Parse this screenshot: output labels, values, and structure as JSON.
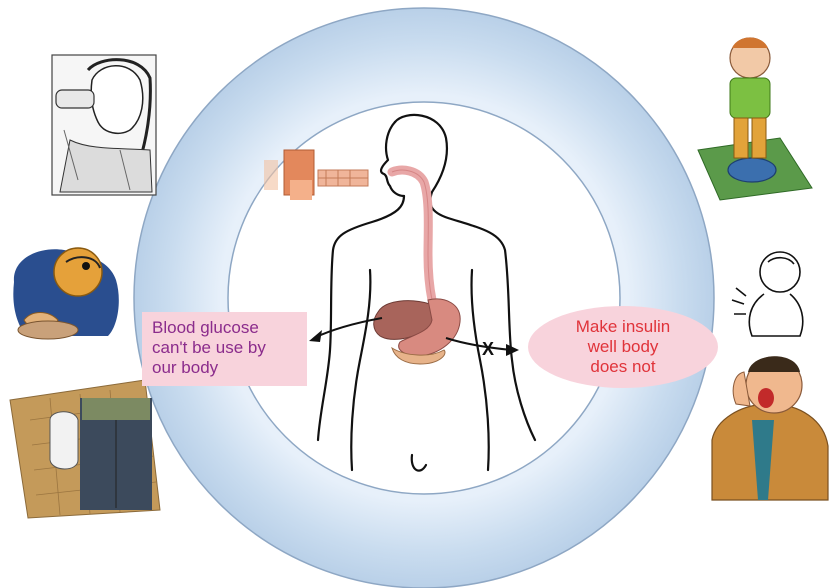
{
  "left_label": {
    "lines": [
      "Blood glucose",
      "can't  be use by",
      "our body"
    ]
  },
  "right_label": {
    "lines": [
      "Make insulin",
      "well body",
      "does not"
    ]
  },
  "symbols": {
    "block_mark": "X"
  },
  "icons": [
    "woman-drinking-illustration",
    "person-eating-illustration",
    "urination-toilet-illustration",
    "weight-loss-scale-illustration",
    "itching-person-illustration",
    "tired-man-yawning-illustration",
    "human-body-outline",
    "digestive-tract-illustration",
    "stomach-pancreas-illustration",
    "food-intake-hand-illustration"
  ],
  "colors": {
    "ring": "#c8dcf0",
    "label_fill": "#f8d3dc",
    "left_text": "#8b2c8c",
    "right_text": "#e0333a"
  }
}
